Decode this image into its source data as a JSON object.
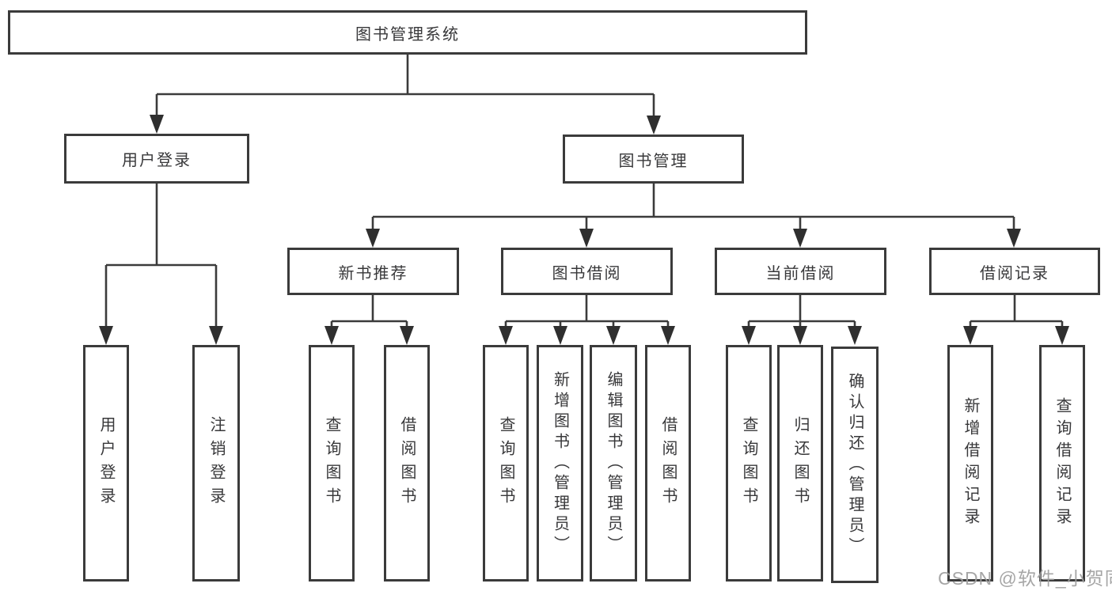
{
  "tree": {
    "root": "图书管理系统",
    "children": [
      {
        "label": "用户登录",
        "children": [
          "用户登录",
          "注销登录"
        ]
      },
      {
        "label": "图书管理",
        "children": [
          {
            "label": "新书推荐",
            "children": [
              "查询图书",
              "借阅图书"
            ]
          },
          {
            "label": "图书借阅",
            "children": [
              "查询图书",
              "新增图书（管理员）",
              "编辑图书（管理员）",
              "借阅图书"
            ]
          },
          {
            "label": "当前借阅",
            "children": [
              "查询图书",
              "归还图书",
              "确认归还（管理员）"
            ]
          },
          {
            "label": "借阅记录",
            "children": [
              "新增借阅记录",
              "查询借阅记录"
            ]
          }
        ]
      }
    ]
  },
  "watermark": {
    "text": "CSDN @软件_小贺同学"
  },
  "colors": {
    "line": "#3b3b3b",
    "box_border": "#3b3b3b",
    "text": "#38383a",
    "background": "#ffffff",
    "watermark": "#9e9e9e"
  }
}
